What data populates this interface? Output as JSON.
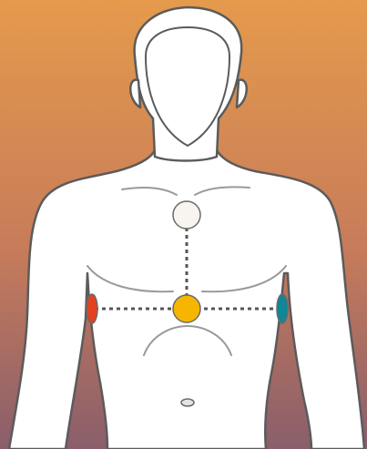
{
  "colors": {
    "background_top": "#E59A4C",
    "background_mid": "#C77C5A",
    "background_bottom": "#8A5E6B",
    "body_fill": "#FFFFFF",
    "body_outline": "#5B5B5B",
    "electrode_top": "#F8F5F0",
    "electrode_center": "#F6B600",
    "electrode_left": "#E3411F",
    "electrode_right": "#0E8796",
    "connector_line": "#555555"
  },
  "electrodes": [
    {
      "id": "top",
      "name": "upper-sternum-electrode",
      "color_key": "electrode_top"
    },
    {
      "id": "center",
      "name": "center-chest-electrode",
      "color_key": "electrode_center"
    },
    {
      "id": "left",
      "name": "left-side-electrode",
      "color_key": "electrode_left"
    },
    {
      "id": "right",
      "name": "right-side-electrode",
      "color_key": "electrode_right"
    }
  ]
}
